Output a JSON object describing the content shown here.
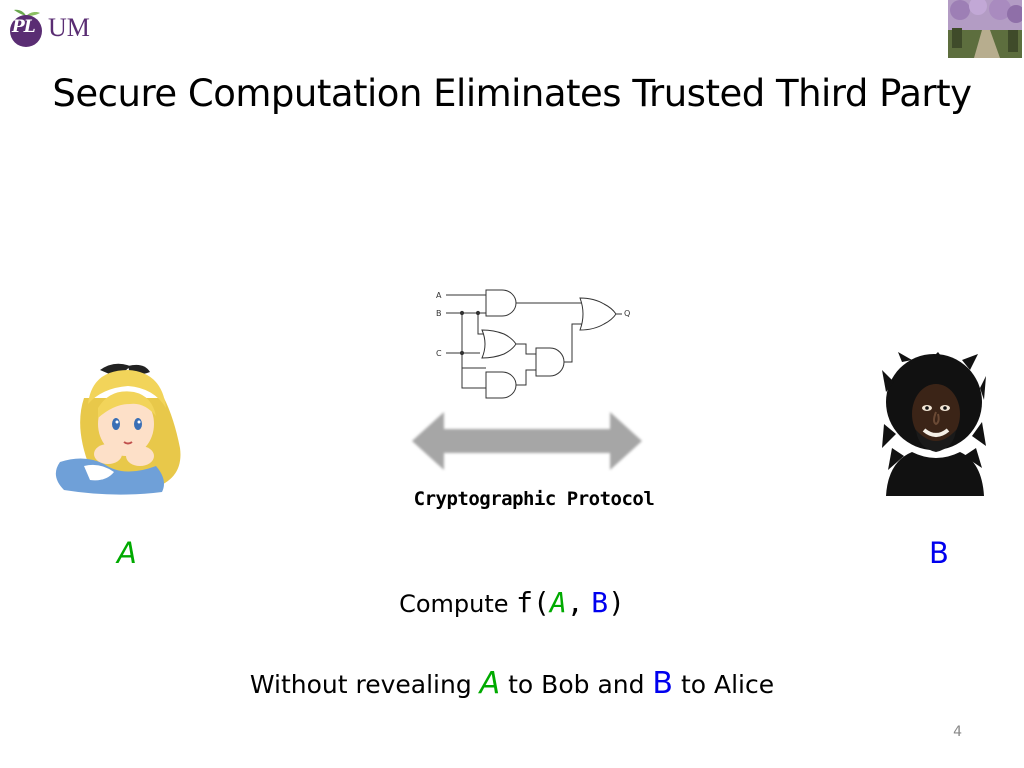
{
  "logo": {
    "mark_text": "PL",
    "text": "UM",
    "colors": {
      "purple": "#5a2d73",
      "leaf": "#6aa84f"
    }
  },
  "slide": {
    "title": "Secure Computation Eliminates Trusted Third Party",
    "protocol_label": "Cryptographic Protocol",
    "party_a": "A",
    "party_b": "B",
    "compute": {
      "prefix": "Compute ",
      "func_open": "f(",
      "arg_a": "A",
      "sep": ",",
      "arg_b": "B",
      "func_close": ")"
    },
    "reveal": {
      "part1": "Without revealing ",
      "a": "A",
      "part2": " to Bob and ",
      "b": "B",
      "part3": " to Alice"
    },
    "page_number": "4"
  },
  "circuit": {
    "inputs": [
      "A",
      "B",
      "C"
    ],
    "output": "Q"
  },
  "colors": {
    "party_a": "#00aa00",
    "party_b": "#0000ee",
    "arrow": "#a6a6a6"
  }
}
